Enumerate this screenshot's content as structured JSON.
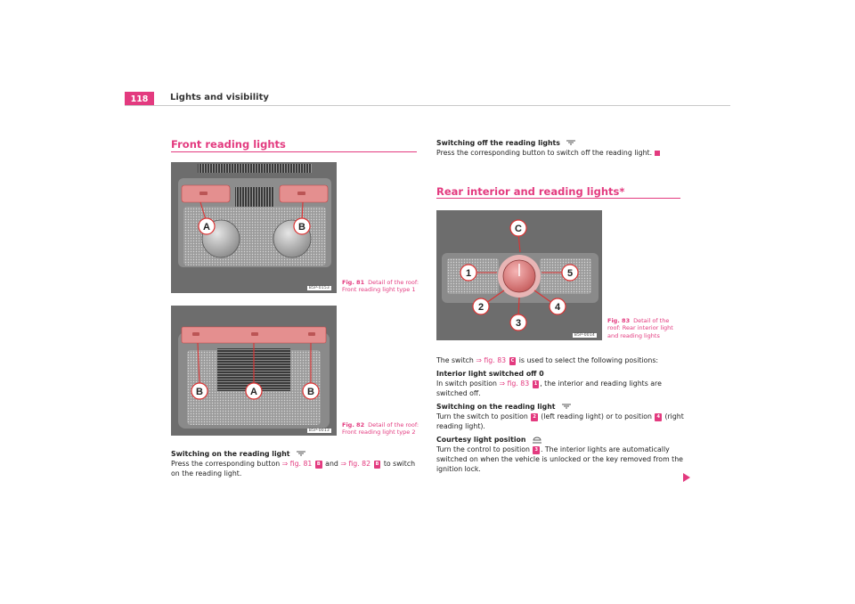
{
  "header": {
    "page_number": "118",
    "chapter_title": "Lights and visibility"
  },
  "front_section": {
    "title": "Front reading lights",
    "figure_81": {
      "code": "B5P-0153",
      "label_left": "A",
      "label_right": "B",
      "caption_label": "Fig. 81",
      "caption_text": "Detail of the roof: Front reading light type 1"
    },
    "figure_82": {
      "code": "B5P-0013",
      "label_left": "B",
      "label_center": "A",
      "label_right": "B",
      "caption_label": "Fig. 82",
      "caption_text": "Detail of the roof: Front reading light type 2"
    },
    "switching_on": {
      "heading": "Switching on the reading light",
      "text_1": "Press the corresponding button",
      "ref_1": "⇒ fig. 81",
      "badge_1": "B",
      "text_2": "and",
      "ref_2": "⇒ fig. 82",
      "badge_2": "B",
      "text_3": "to switch on the reading light."
    },
    "switching_off": {
      "heading": "Switching off the reading lights",
      "text": "Press the corresponding button to switch off the reading light."
    }
  },
  "rear_section": {
    "title": "Rear interior and reading lights*",
    "figure_83": {
      "code": "B5P-0014",
      "labels": [
        "C",
        "1",
        "5",
        "2",
        "4",
        "3"
      ],
      "caption_label": "Fig. 83",
      "caption_text": "Detail of the roof: Rear interior light and reading lights"
    },
    "intro": {
      "text_1": "The switch",
      "ref": "⇒ fig. 83",
      "badge": "C",
      "text_2": "is used to select the following positions:"
    },
    "interior_off": {
      "heading": "Interior light switched off 0",
      "text_1": "In switch position",
      "ref": "⇒ fig. 83",
      "badge": "1",
      "text_2": ", the interior and reading lights are switched off."
    },
    "reading_on": {
      "heading": "Switching on the reading light",
      "text_1": "Turn the switch to position",
      "badge_1": "2",
      "text_2": "(left reading light) or to position",
      "badge_2": "4",
      "text_3": "(right reading light)."
    },
    "courtesy": {
      "heading": "Courtesy light position",
      "text_1": "Turn the control to position",
      "badge": "3",
      "text_2": ". The interior lights are automatically switched on when the vehicle is unlocked or the key removed from the ignition lock."
    }
  },
  "colors": {
    "accent": "#e33a7f",
    "figure_grey": "#6f6f6f"
  }
}
